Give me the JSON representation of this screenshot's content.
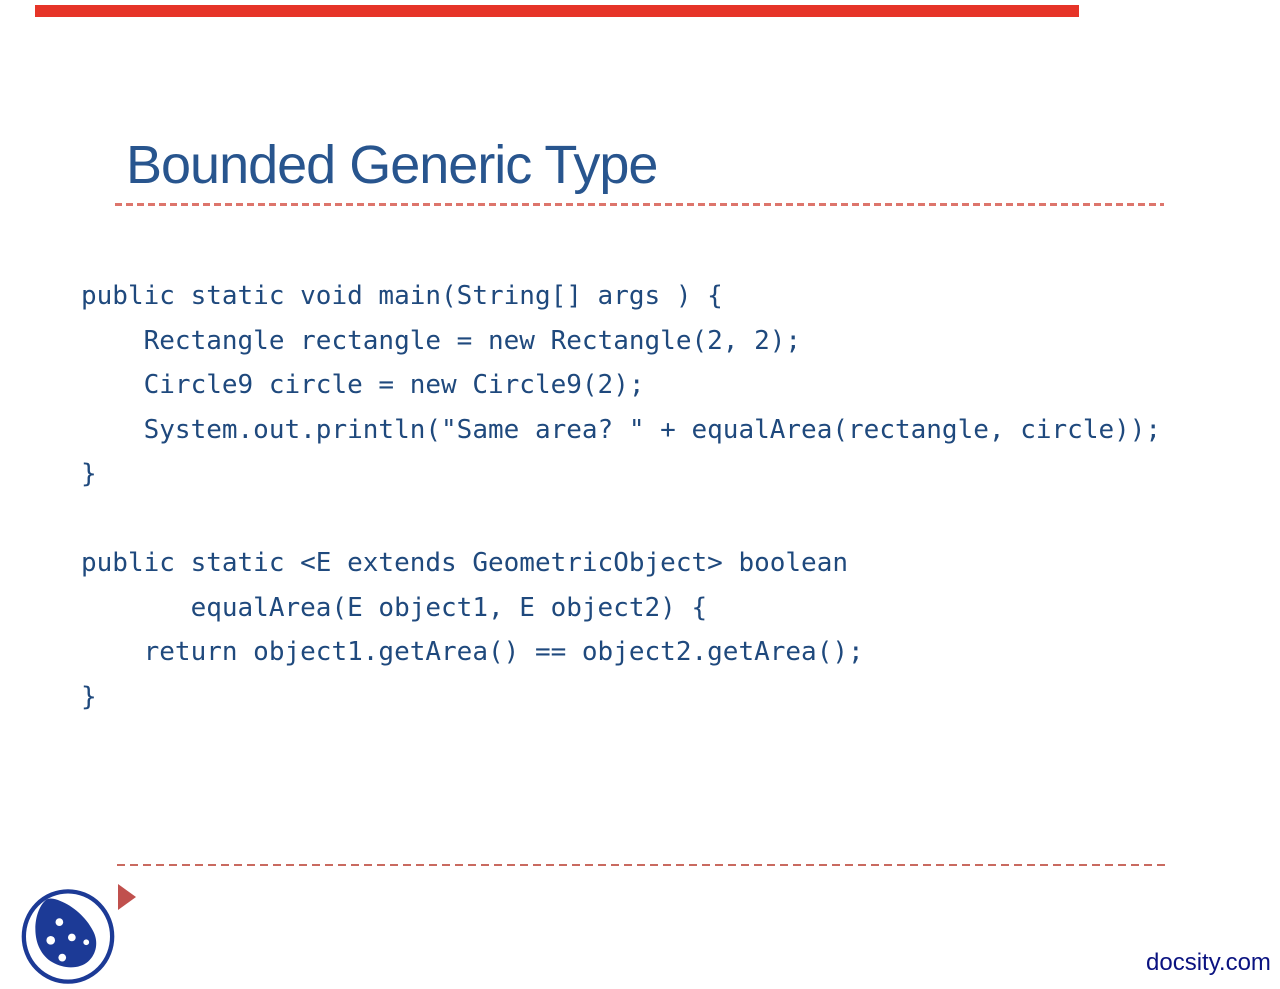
{
  "slide": {
    "title": "Bounded Generic Type",
    "footer_link": "docsity.com"
  },
  "code": {
    "lines": [
      "public static void main(String[] args ) {",
      "    Rectangle rectangle = new Rectangle(2, 2);",
      "    Circle9 circle = new Circle9(2);",
      "    System.out.println(\"Same area? \" + equalArea(rectangle, circle));",
      "}",
      "",
      "public static <E extends GeometricObject> boolean",
      "       equalArea(E object1, E object2) {",
      "    return object1.getArea() == object2.getArea();",
      "}"
    ]
  },
  "icons": {
    "logo": "docsity-logo",
    "bullet": "play-triangle-icon"
  },
  "colors": {
    "top_bar_red": "#e63428",
    "title_blue": "#28558e",
    "code_blue": "#1f497d",
    "dash_salmon_top": "#dd756c",
    "dash_salmon_bottom": "#c96a60",
    "triangle_red": "#c0504d",
    "logo_blue": "#1c3a96",
    "link_navy": "#0a1280"
  }
}
